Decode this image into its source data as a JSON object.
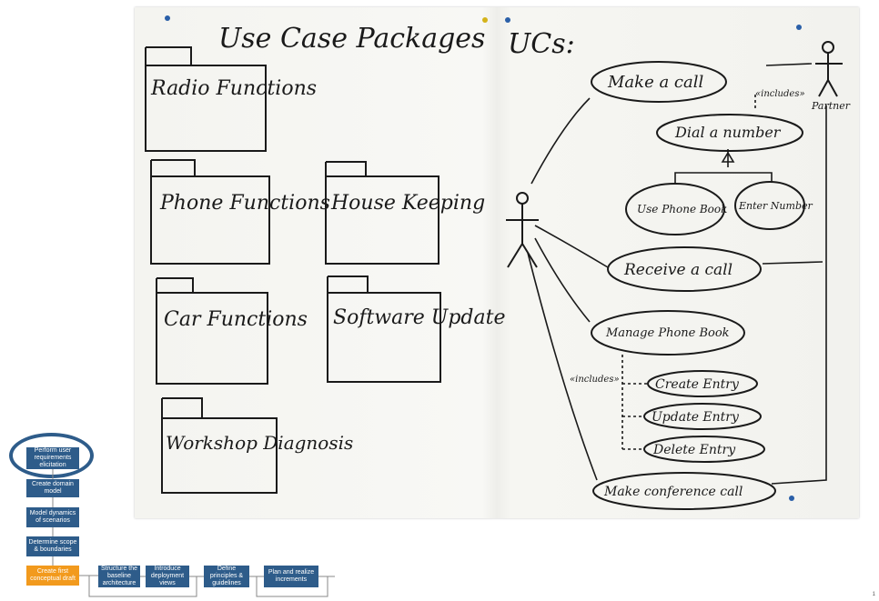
{
  "board": {
    "title": "Use Case Packages",
    "ucs_label": "UCs:",
    "packages": [
      "Radio Functions",
      "Phone Functions",
      "House Keeping",
      "Car Functions",
      "Software Update",
      "Workshop Diagnosis"
    ],
    "use_cases": [
      "Make a call",
      "Dial a number",
      "Use Phone Book",
      "Enter Number",
      "Receive a call",
      "Manage Phone Book",
      "Create Entry",
      "Update Entry",
      "Delete Entry",
      "Make conference call"
    ],
    "actor_partner": "Partner",
    "includes_1": "«includes»",
    "includes_2": "«includes»"
  },
  "process": {
    "steps": [
      "Perform user requirements elicitation",
      "Create domain model",
      "Model dynamics of scenarios",
      "Determine scope & boundaries",
      "Create first conceptual draft",
      "Structure the baseline architecture",
      "Introduce deployment views",
      "Define principles & guidelines",
      "Plan and realize increments"
    ],
    "colors": {
      "box": "#2e5c8a",
      "active": "#f29a1d"
    }
  },
  "page_number": "1"
}
